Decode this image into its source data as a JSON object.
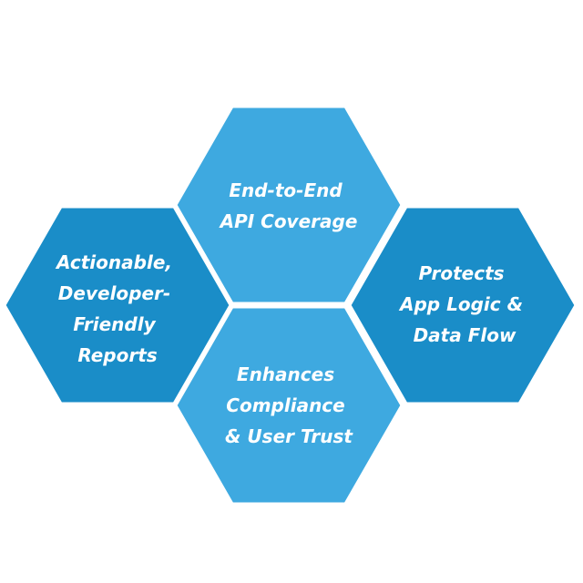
{
  "hexagons": [
    {
      "id": "top",
      "lines": [
        "End-to-End",
        "API Coverage"
      ],
      "color": "#3ea9e0"
    },
    {
      "id": "left",
      "lines": [
        "Actionable,",
        "Developer-",
        "Friendly",
        "Reports"
      ],
      "color": "#1a8dc8"
    },
    {
      "id": "right",
      "lines": [
        "Protects",
        "App Logic &",
        "Data Flow"
      ],
      "color": "#1a8dc8"
    },
    {
      "id": "bottom",
      "lines": [
        "Enhances",
        "Compliance",
        "& User Trust"
      ],
      "color": "#3ea9e0"
    }
  ],
  "colors": {
    "hex_border": "#ffffff",
    "text": "#ffffff",
    "background": "#ffffff"
  }
}
